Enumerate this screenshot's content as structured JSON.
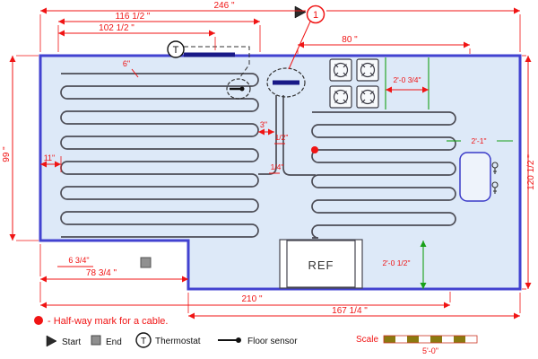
{
  "dims": {
    "w246": "246 \"",
    "w116": "116 1/2 \"",
    "w102": "102 1/2 \"",
    "w80": "80 \"",
    "h99": "99 \"",
    "h120": "120 1/2 \"",
    "g11": "11\"",
    "g6": "6\"",
    "g3": "3\"",
    "g05": "1/2\"",
    "g025": "1/4\"",
    "g675": "6 3/4\"",
    "w78": "78 3/4 \"",
    "w210": "210 \"",
    "w167": "167 1/4 \"",
    "stove_offset": "2'-0 3/4\"",
    "door_offset": "2'-1\"",
    "fridge_offset": "2'-0 1/2\""
  },
  "labels": {
    "fridge": "REF",
    "thermostat": "T",
    "callout": "1"
  },
  "legend": {
    "halfway": "- Half-way mark for a cable.",
    "start": "Start",
    "end": "End",
    "thermostat": "Thermostat",
    "floor_sensor": "Floor sensor"
  },
  "scale": {
    "label": "Scale",
    "value": "5'-0\""
  },
  "colors": {
    "dimension_red": "#f01414",
    "wall_blue": "#4242d0",
    "floor_fill": "#dde9f8",
    "cable_gray": "#4c4c55",
    "construction_green": "#18a018",
    "cold_lead_navy": "#191987",
    "scale_bar_olive": "#8a7a10"
  }
}
